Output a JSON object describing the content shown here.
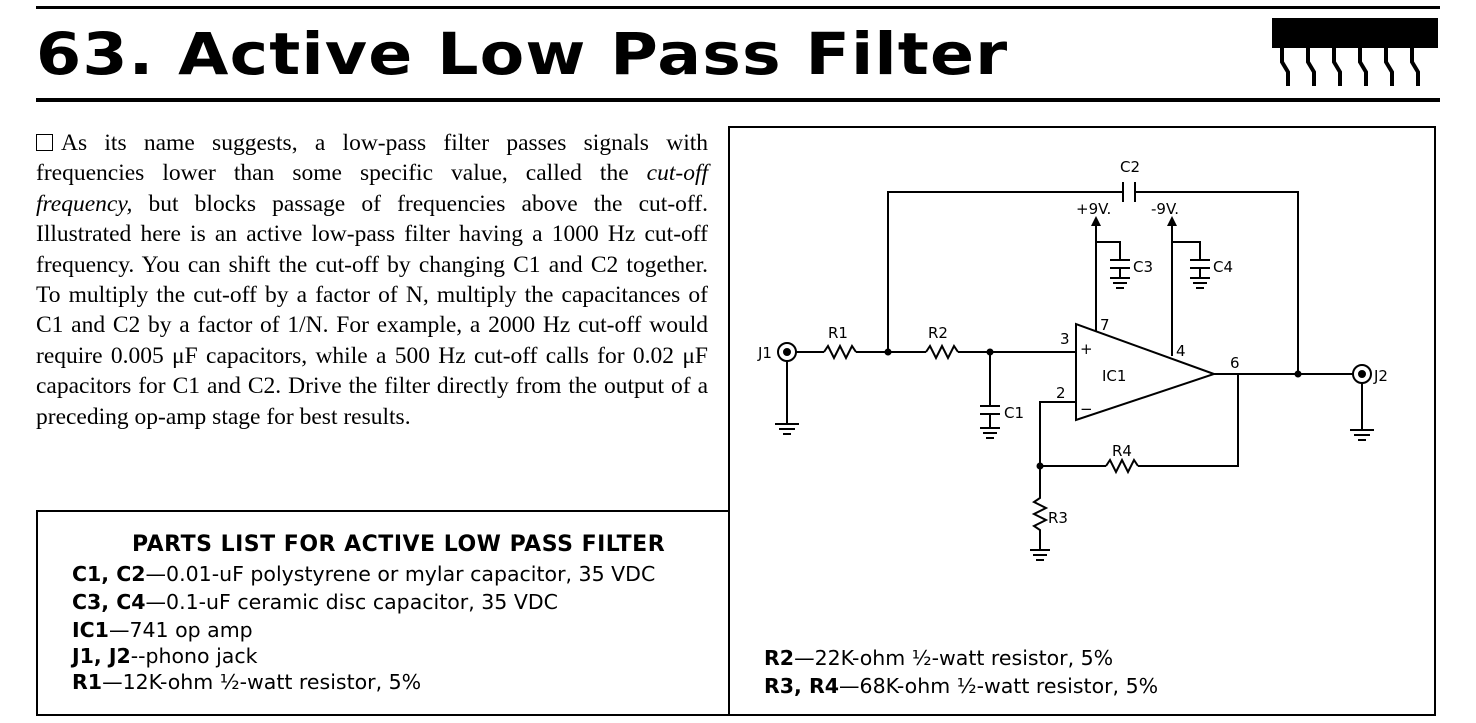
{
  "header": {
    "title": "63. Active Low Pass Filter"
  },
  "intro": {
    "before_italic": "As its name suggests, a low-pass filter passes signals with frequencies lower than some specific value, called the ",
    "italic": "cut-off frequency,",
    "after_italic": " but blocks passage of frequencies above the cut-off. Illustrated here is an active low-pass filter having a 1000 Hz cut-off frequency. You can shift the cut-off by changing C1 and C2 together. To multiply the cut-off by a factor of N, multiply the capacitances of C1 and C2 by a factor of 1/N. For example, a 2000 Hz cut-off would require 0.005 μF capacitors, while a 500 Hz cut-off calls for 0.02 μF capacitors for C1 and C2. Drive the filter directly from the output of a preceding op-amp stage for best results."
  },
  "schematic": {
    "labels": {
      "c2": "C2",
      "plus9": "+9V.",
      "minus9": "-9V.",
      "c3": "C3",
      "c4": "C4",
      "j1": "J1",
      "r1": "R1",
      "r2": "R2",
      "pin3": "3",
      "pin7": "7",
      "pin4": "4",
      "ic1": "IC1",
      "pin6": "6",
      "j2": "J2",
      "pin2": "2",
      "c1": "C1",
      "r4": "R4",
      "r3": "R3",
      "plus_sign": "+",
      "minus_sign": "−"
    }
  },
  "parts": {
    "title": "PARTS LIST FOR ACTIVE LOW PASS FILTER",
    "items": [
      {
        "ref": "C1, C2",
        "desc": "—0.01-uF polystyrene or mylar capacitor, 35 VDC"
      },
      {
        "ref": "C3, C4",
        "desc": "—0.1-uF ceramic disc capacitor, 35 VDC"
      },
      {
        "ref": "IC1",
        "desc": "—741 op amp"
      },
      {
        "ref": "J1, J2",
        "desc": "--phono jack"
      },
      {
        "ref": "R1",
        "desc": "—12K-ohm ½-watt resistor, 5%"
      },
      {
        "ref": "R2",
        "desc": "—22K-ohm ½-watt resistor, 5%"
      },
      {
        "ref": "R3, R4",
        "desc": "—68K-ohm ½-watt resistor, 5%"
      }
    ]
  }
}
